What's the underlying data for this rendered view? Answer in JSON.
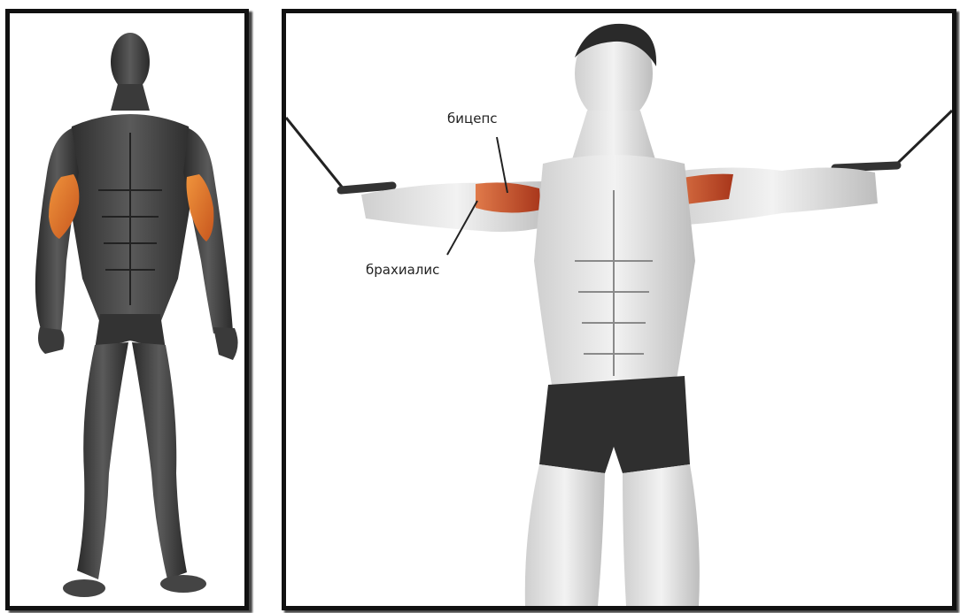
{
  "panels": {
    "left": {
      "figure": "anatomy-figure-front-view",
      "highlight_color": "#e87a2e"
    },
    "right": {
      "figure": "cable-lateral-raise-figure",
      "highlight_color": "#c8542e"
    }
  },
  "labels": {
    "biceps": "бицепс",
    "brachialis": "брахиалис"
  },
  "colors": {
    "frame": "#111111",
    "muscle_dark": "#3b3b3b",
    "muscle_light": "#e8e8e8",
    "highlight_orange": "#e87a2e",
    "highlight_red": "#c8542e"
  }
}
